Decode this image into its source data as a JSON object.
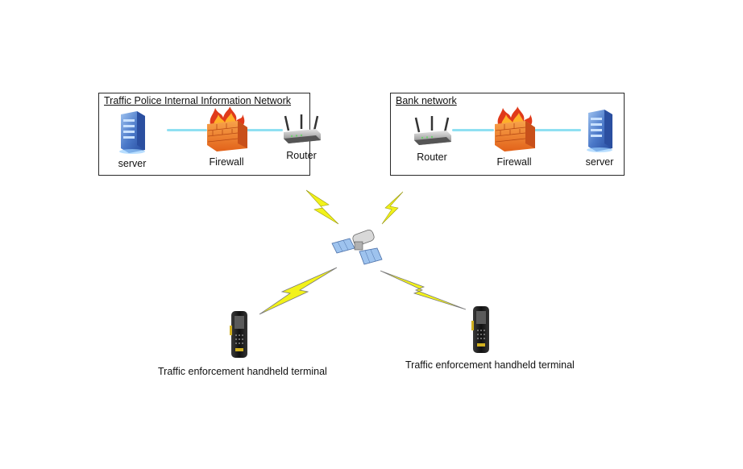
{
  "networks": {
    "police": {
      "title": "Traffic Police Internal Information Network",
      "server_label": "server",
      "firewall_label": "Firewall",
      "router_label": "Router"
    },
    "bank": {
      "title": "Bank network",
      "router_label": "Router",
      "firewall_label": "Firewall",
      "server_label": "server"
    }
  },
  "terminals": {
    "left_label": "Traffic enforcement handheld terminal",
    "right_label": "Traffic enforcement handheld terminal"
  },
  "icons": {
    "server": "server-icon",
    "firewall": "firewall-icon",
    "router": "router-icon",
    "satellite": "satellite-icon",
    "signal": "lightning-signal-icon",
    "terminal": "handheld-terminal-icon"
  },
  "colors": {
    "link": "#8fe0f2",
    "signal": "#f2f21a",
    "firewall": "#f07a22",
    "server": "#4a78c8"
  }
}
